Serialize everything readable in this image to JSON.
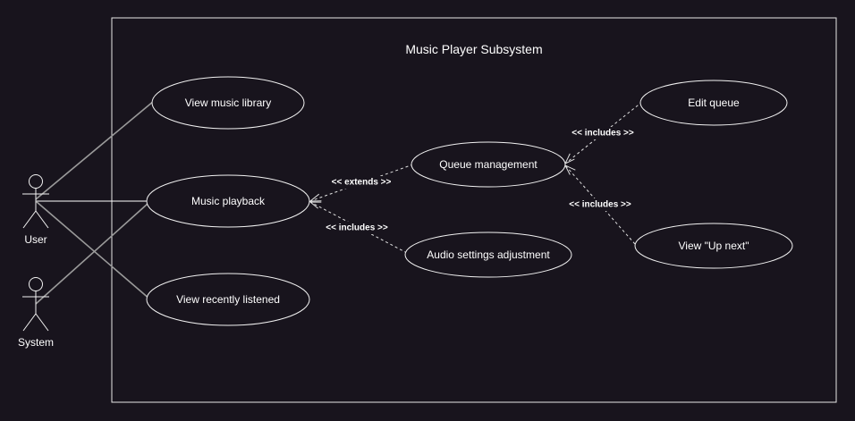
{
  "system": {
    "title": "Music Player Subsystem"
  },
  "actors": [
    {
      "id": "user",
      "label": "User"
    },
    {
      "id": "system",
      "label": "System"
    }
  ],
  "use_cases": [
    {
      "id": "view-music-library",
      "label": "View music library"
    },
    {
      "id": "music-playback",
      "label": "Music playback"
    },
    {
      "id": "view-recently-listened",
      "label": "View recently listened"
    },
    {
      "id": "queue-management",
      "label": "Queue management"
    },
    {
      "id": "audio-settings-adjustment",
      "label": "Audio settings adjustment"
    },
    {
      "id": "edit-queue",
      "label": "Edit queue"
    },
    {
      "id": "view-up-next",
      "label": "View \"Up next\""
    }
  ],
  "relations": [
    {
      "id": "extends-queue",
      "from": "queue-management",
      "to": "music-playback",
      "label": "<< extends >>"
    },
    {
      "id": "includes-audio",
      "from": "audio-settings-adjustment",
      "to": "music-playback",
      "label": "<< includes >>"
    },
    {
      "id": "includes-edit",
      "from": "edit-queue",
      "to": "queue-management",
      "label": "<< includes >>"
    },
    {
      "id": "includes-upnext",
      "from": "view-up-next",
      "to": "queue-management",
      "label": "<< includes >>"
    }
  ],
  "associations": [
    {
      "actor": "user",
      "use_case": "view-music-library"
    },
    {
      "actor": "user",
      "use_case": "music-playback"
    },
    {
      "actor": "user",
      "use_case": "view-recently-listened"
    },
    {
      "actor": "system",
      "use_case": "music-playback"
    }
  ]
}
